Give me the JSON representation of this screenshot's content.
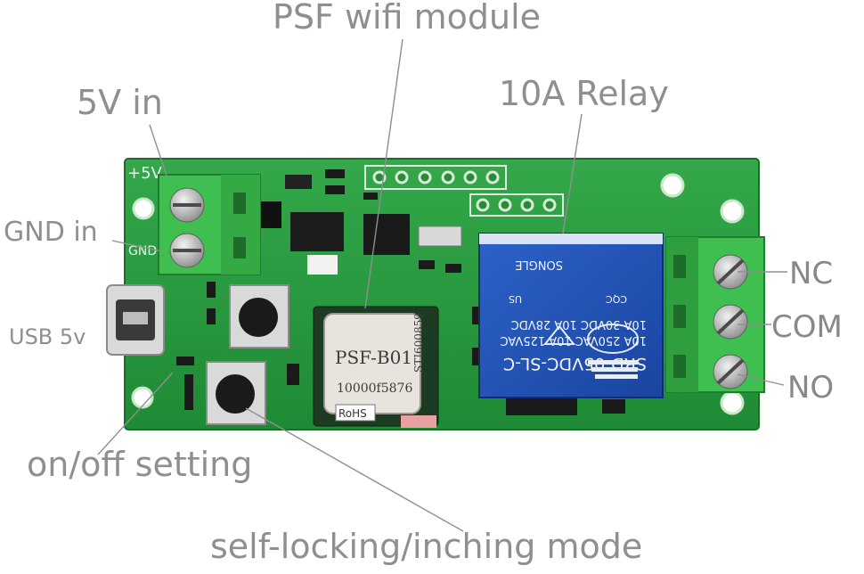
{
  "labels": {
    "psf_module": "PSF wifi module",
    "relay": "10A Relay",
    "five_v_in": "5V in",
    "gnd_in": "GND in",
    "usb": "USB 5v",
    "on_off": "on/off setting",
    "self_locking": "self-locking/inching mode",
    "nc": "NC",
    "com": "COM",
    "no": "NO"
  },
  "pcb": {
    "plus5v": "+5V",
    "gnd": "GND"
  },
  "relay_marking": {
    "model": "SRD-05VDC-SL-C",
    "line1": "10A 250VAC  10A 125VAC",
    "line2": "10A 30VDC  10A 28VDC",
    "brand": "SONGLE",
    "us": "US",
    "cqc": "CQC"
  },
  "wifi_module": {
    "name": "PSF-B01",
    "line1": "10000f5876",
    "line2": "STJ600859",
    "rohs": "RoHS"
  },
  "colors": {
    "pcb": "#2a9a3e",
    "terminal": "#3fbf4f",
    "relay": "#1f4fb0",
    "label": "#8f8f8f"
  }
}
